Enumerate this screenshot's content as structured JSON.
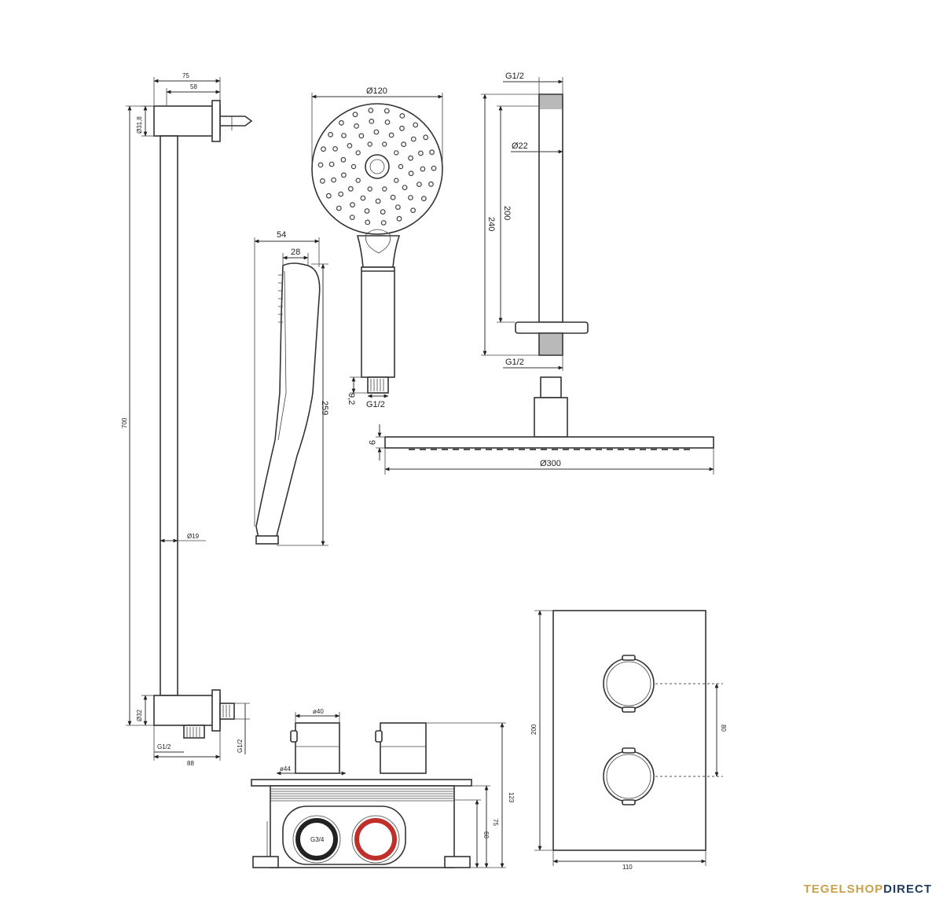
{
  "dimensions": {
    "bar_width_75": "75",
    "bar_width_58": "58",
    "bar_bracket_dia": "Ø31,8",
    "bar_length": "700",
    "bar_dia": "Ø19",
    "bar_lower_dia": "Ø32",
    "bar_outlet_thread": "G1/2",
    "bar_outlet_offset": "88",
    "bar_side_thread": "G1/2",
    "handshower_side_54": "54",
    "handshower_side_28": "28",
    "handshower_length": "259",
    "handshower_dia": "Ø120",
    "handshower_conn_9": "9,2",
    "handshower_thread": "G1/2",
    "arm_top_thread": "G1/2",
    "arm_dia": "Ø22",
    "arm_length_200": "200",
    "arm_length_240": "240",
    "arm_bottom_thread": "G1/2",
    "rainshower_thickness": "9",
    "rainshower_dia": "Ø300",
    "valve_dia_40": "ø40",
    "valve_dia_44": "ø44",
    "valve_height_123": "123",
    "valve_height_75": "75",
    "valve_height_60": "60",
    "valve_inlet_thread": "G3/4",
    "plate_height": "200",
    "plate_spacing": "80",
    "plate_width": "110"
  },
  "brand": {
    "part1": "TEGELSHOP",
    "part2": "DIRECT",
    "color1": "#c8a24a",
    "color2": "#1f3a5a"
  }
}
